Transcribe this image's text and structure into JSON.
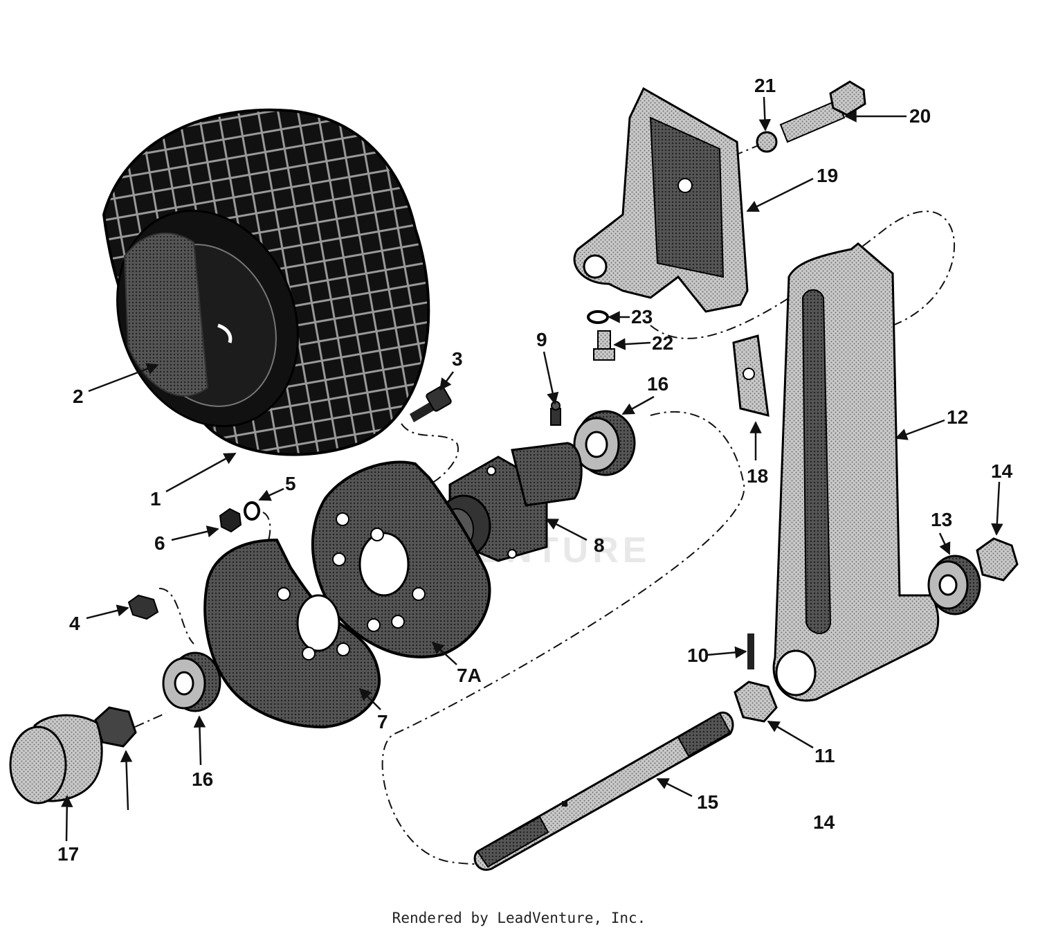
{
  "diagram": {
    "watermark": "VENTURE",
    "footer": "Rendered by LeadVenture, Inc.",
    "callouts": [
      {
        "id": "1",
        "label": "1"
      },
      {
        "id": "2",
        "label": "2"
      },
      {
        "id": "3",
        "label": "3"
      },
      {
        "id": "4",
        "label": "4"
      },
      {
        "id": "5",
        "label": "5"
      },
      {
        "id": "6",
        "label": "6"
      },
      {
        "id": "7",
        "label": "7"
      },
      {
        "id": "7A",
        "label": "7A"
      },
      {
        "id": "8",
        "label": "8"
      },
      {
        "id": "9",
        "label": "9"
      },
      {
        "id": "10",
        "label": "10"
      },
      {
        "id": "11",
        "label": "11"
      },
      {
        "id": "12",
        "label": "12"
      },
      {
        "id": "13",
        "label": "13"
      },
      {
        "id": "14a",
        "label": "14"
      },
      {
        "id": "14b",
        "label": "14"
      },
      {
        "id": "15",
        "label": "15"
      },
      {
        "id": "16a",
        "label": "16"
      },
      {
        "id": "16b",
        "label": "16"
      },
      {
        "id": "17",
        "label": "17"
      },
      {
        "id": "18",
        "label": "18"
      },
      {
        "id": "19",
        "label": "19"
      },
      {
        "id": "20",
        "label": "20"
      },
      {
        "id": "21",
        "label": "21"
      },
      {
        "id": "22",
        "label": "22"
      },
      {
        "id": "23",
        "label": "23"
      }
    ]
  }
}
